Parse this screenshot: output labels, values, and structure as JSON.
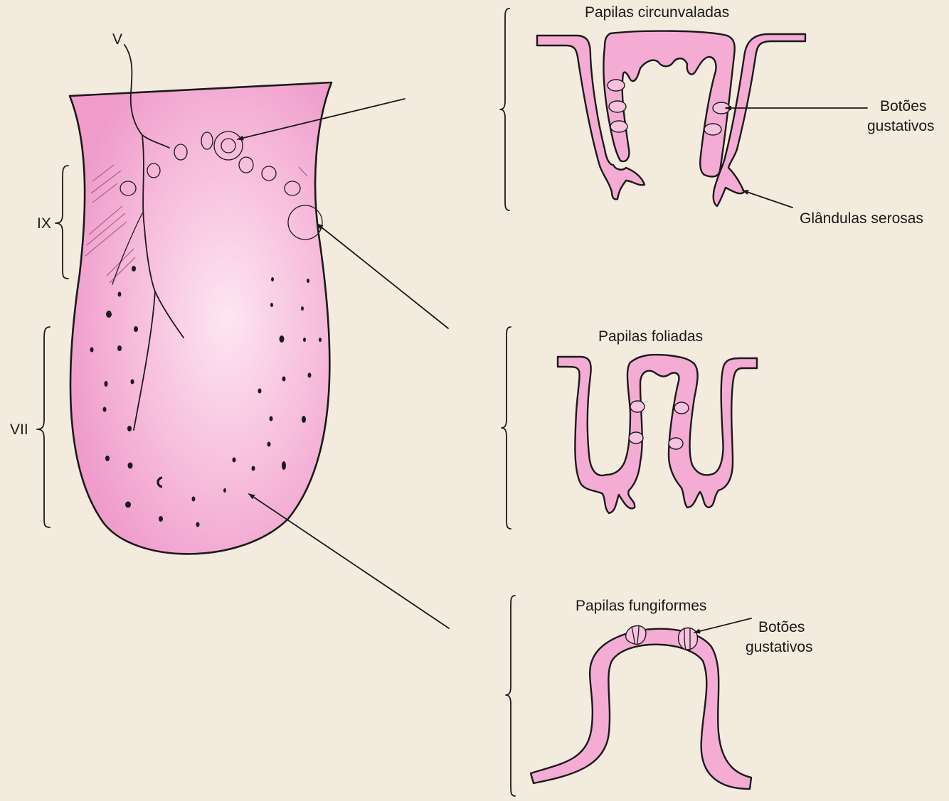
{
  "labels": {
    "nerve_v": "V",
    "nerve_ix": "IX",
    "nerve_vii": "VII",
    "circumvallate_title": "Papilas circunvaladas",
    "taste_buds_top_line1": "Botões",
    "taste_buds_top_line2": "gustativos",
    "serous_glands": "Glândulas serosas",
    "foliate_title": "Papilas foliadas",
    "fungiform_title": "Papilas fungiformes",
    "taste_buds_bottom_line1": "Botões",
    "taste_buds_bottom_line2": "gustativos"
  },
  "colors": {
    "background": "#f3ebdd",
    "tissue_pink": "#f4acd4",
    "tongue_center": "#fde6f1",
    "tongue_edge": "#ef9ccb",
    "ink": "#1a1a1a"
  }
}
